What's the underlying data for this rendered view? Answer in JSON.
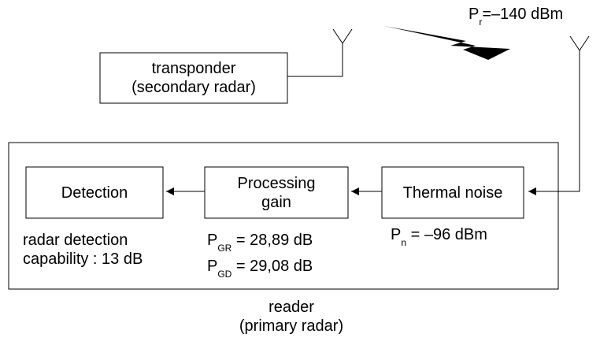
{
  "transponder": {
    "line1": "transponder",
    "line2": "(secondary radar)"
  },
  "received_power": {
    "symbol": "P",
    "subscript": "r",
    "value": "=–140 dBm"
  },
  "reader": {
    "line1": "reader",
    "line2": "(primary radar)"
  },
  "blocks": {
    "detection": {
      "label": "Detection"
    },
    "processing": {
      "line1": "Processing",
      "line2": "gain"
    },
    "thermal": {
      "label": "Thermal noise"
    }
  },
  "detection_note": {
    "line1": "radar detection",
    "line2": "capability : 13 dB"
  },
  "gains": {
    "gr": {
      "symbol": "P",
      "subscript": "GR",
      "value": " = 28,89 dB"
    },
    "gd": {
      "symbol": "P",
      "subscript": "GD",
      "value": " = 29,08 dB"
    }
  },
  "noise_power": {
    "symbol": "P",
    "subscript": "n",
    "value": " = –96 dBm"
  }
}
